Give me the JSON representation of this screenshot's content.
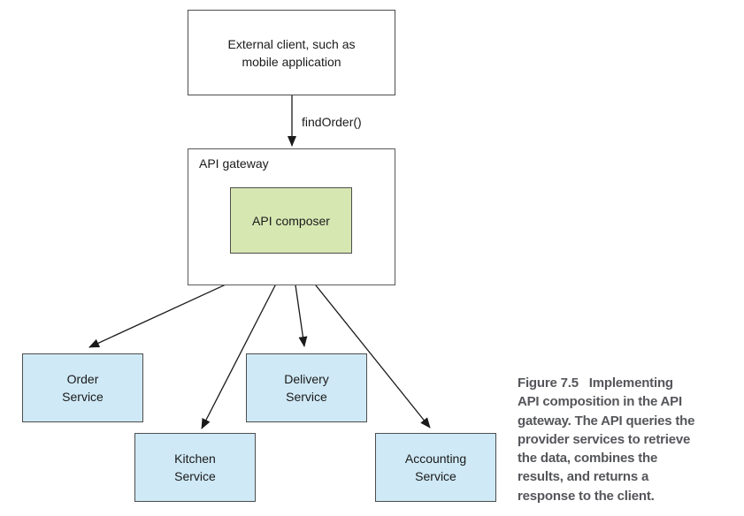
{
  "figure": {
    "client": "External client, such as\nmobile application",
    "request_label": "findOrder()",
    "gateway": "API gateway",
    "composer": "API composer",
    "services": [
      {
        "label": "Order\nService"
      },
      {
        "label": "Kitchen\nService"
      },
      {
        "label": "Delivery\nService"
      },
      {
        "label": "Accounting\nService"
      }
    ],
    "colors": {
      "service_fill": "#cfe9f6",
      "composer_fill": "#d7e7b2",
      "box_border": "#4d4d4d",
      "outer_border": "#5a5a5a",
      "line_color": "#1a1a1a",
      "caption_color": "#55565a",
      "text_color": "#1a1a1a"
    }
  },
  "caption": {
    "lines": [
      "Figure 7.5   Implementing",
      "API composition in the API",
      "gateway. The API queries the",
      "provider services to retrieve",
      "the data, combines the",
      "results, and returns a",
      "response to the client."
    ]
  }
}
